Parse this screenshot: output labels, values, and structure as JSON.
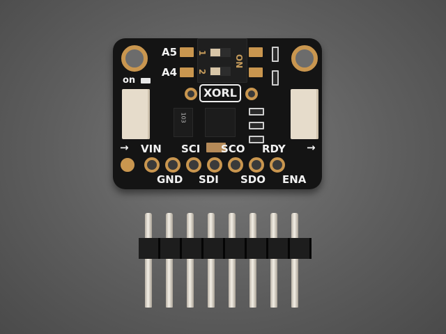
{
  "scene": {
    "description": "Product photo of a black breakout PCB with an 8-pin 0.1in male header strip below it, on a grey textured background",
    "background_color": "#666666",
    "board_color": "#141414",
    "gold_color": "#c9964f"
  },
  "board": {
    "dip_switch": {
      "labels": [
        "A5",
        "A4"
      ],
      "switch_numbers": [
        "1",
        "2"
      ],
      "on_label": "ON"
    },
    "logo_text": "XORL",
    "led_label": "on",
    "resistor_network_code": "103",
    "pins_top_row": [
      "VIN",
      "SCI",
      "SCO",
      "RDY"
    ],
    "pins_bottom_row": [
      "GND",
      "SDI",
      "SDO",
      "ENA"
    ],
    "arrow_left": "→",
    "arrow_right": "→",
    "pad_count": 8
  },
  "header": {
    "pin_count": 8
  }
}
